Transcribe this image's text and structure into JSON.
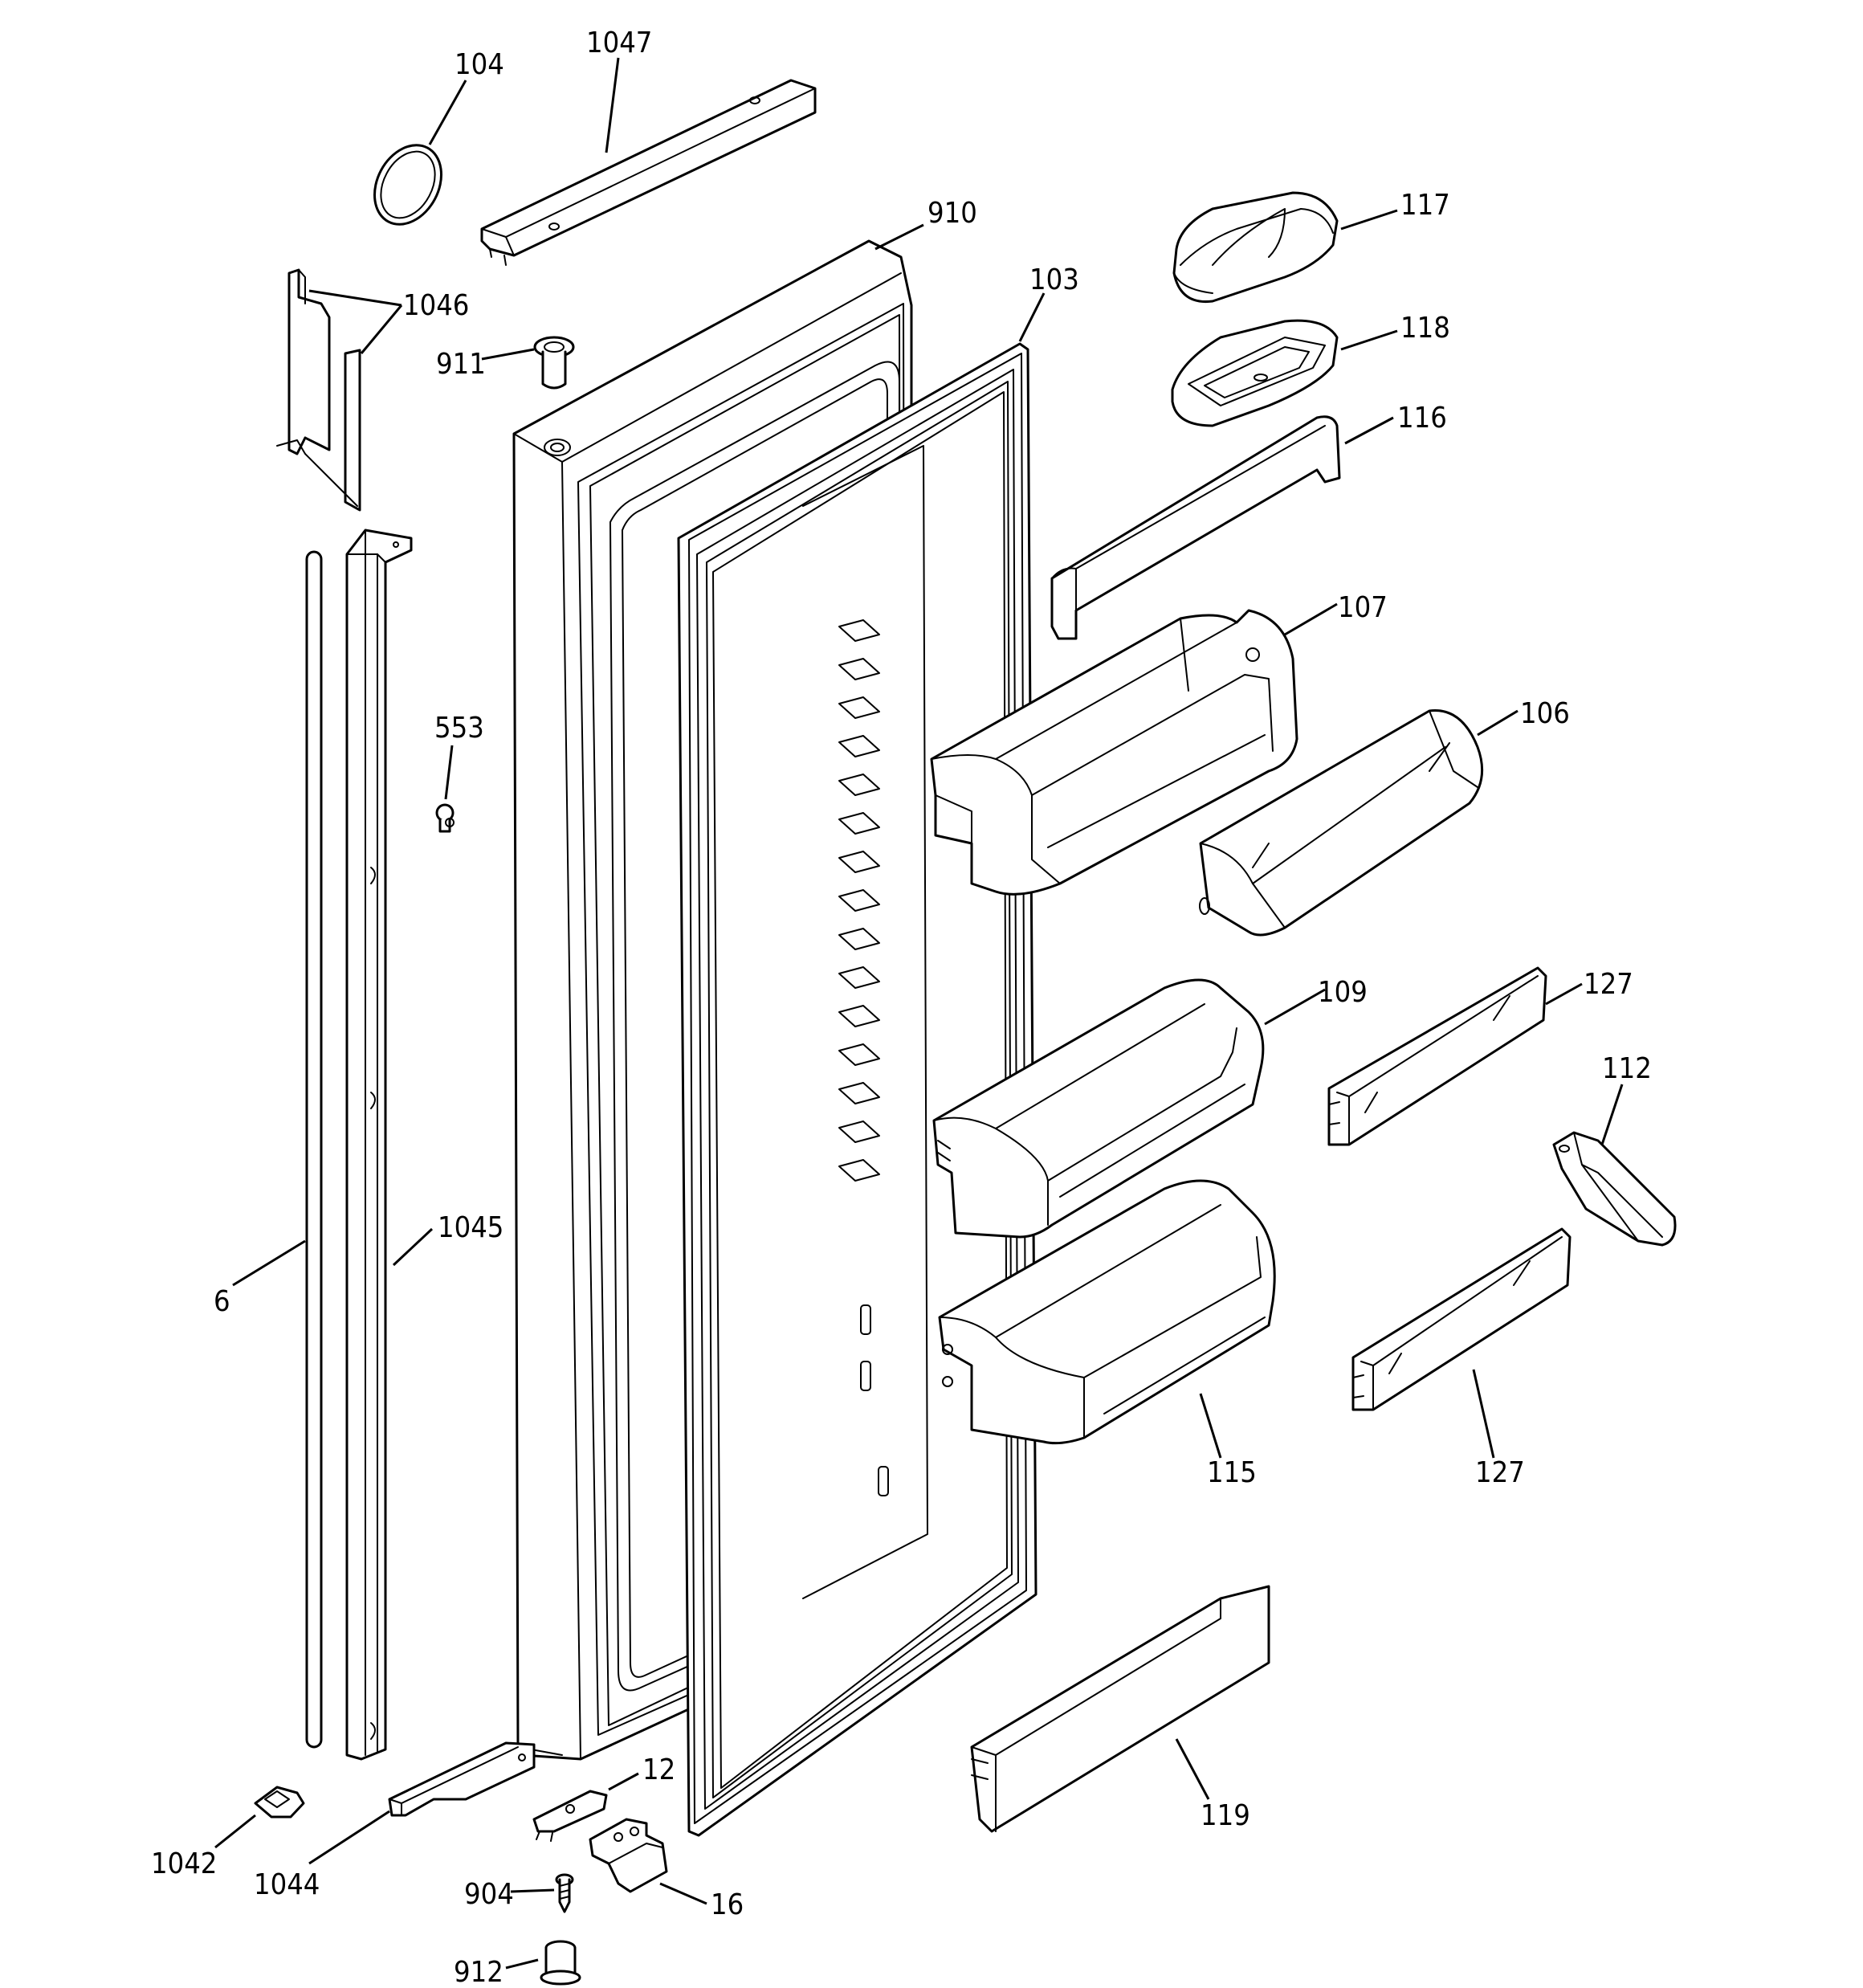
{
  "labels": {
    "p104": "104",
    "p1047": "1047",
    "p910": "910",
    "p103": "103",
    "p117": "117",
    "p118": "118",
    "p116": "116",
    "p1046": "1046",
    "p911": "911",
    "p107": "107",
    "p106": "106",
    "p553": "553",
    "p109": "109",
    "p127a": "127",
    "p112": "112",
    "p1045": "1045",
    "p6": "6",
    "p115": "115",
    "p127b": "127",
    "p119": "119",
    "p12": "12",
    "p1042": "1042",
    "p1044": "1044",
    "p904": "904",
    "p16": "16",
    "p912": "912"
  }
}
